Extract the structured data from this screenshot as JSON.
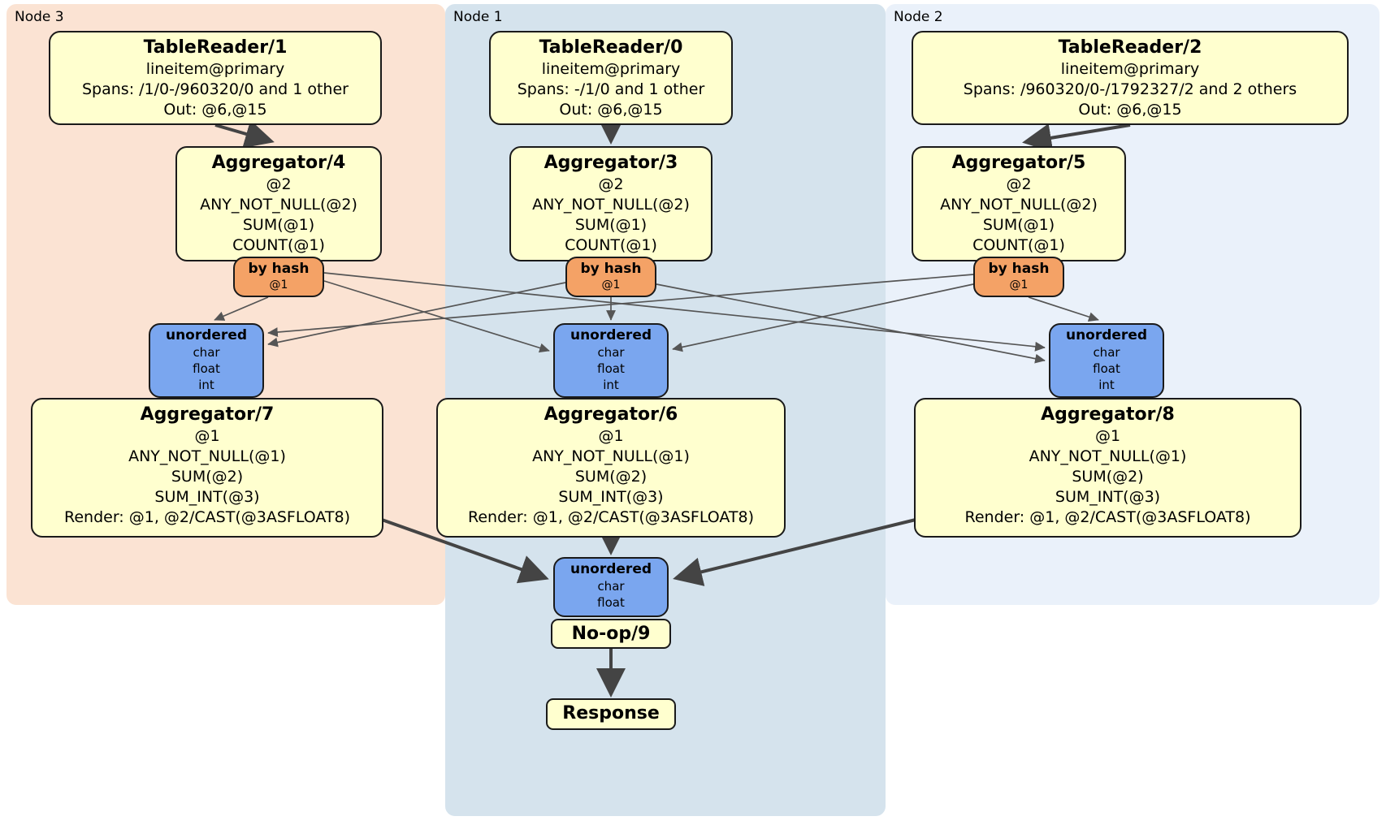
{
  "regions": [
    {
      "id": "node3",
      "label": "Node 3"
    },
    {
      "id": "node1",
      "label": "Node 1"
    },
    {
      "id": "node2",
      "label": "Node 2"
    }
  ],
  "processors": {
    "tr1": {
      "title": "TableReader/1",
      "lines": [
        "lineitem@primary",
        "Spans: /1/0-/960320/0 and 1 other",
        "Out: @6,@15"
      ]
    },
    "tr0": {
      "title": "TableReader/0",
      "lines": [
        "lineitem@primary",
        "Spans: -/1/0 and 1 other",
        "Out: @6,@15"
      ]
    },
    "tr2": {
      "title": "TableReader/2",
      "lines": [
        "lineitem@primary",
        "Spans: /960320/0-/1792327/2 and 2 others",
        "Out: @6,@15"
      ]
    },
    "agg4": {
      "title": "Aggregator/4",
      "lines": [
        "@2",
        "ANY_NOT_NULL(@2)",
        "SUM(@1)",
        "COUNT(@1)"
      ]
    },
    "agg3": {
      "title": "Aggregator/3",
      "lines": [
        "@2",
        "ANY_NOT_NULL(@2)",
        "SUM(@1)",
        "COUNT(@1)"
      ]
    },
    "agg5": {
      "title": "Aggregator/5",
      "lines": [
        "@2",
        "ANY_NOT_NULL(@2)",
        "SUM(@1)",
        "COUNT(@1)"
      ]
    },
    "hash4": {
      "title": "by hash",
      "lines": [
        "@1"
      ]
    },
    "hash3": {
      "title": "by hash",
      "lines": [
        "@1"
      ]
    },
    "hash5": {
      "title": "by hash",
      "lines": [
        "@1"
      ]
    },
    "sync7": {
      "title": "unordered",
      "lines": [
        "char",
        "float",
        "int"
      ]
    },
    "sync6": {
      "title": "unordered",
      "lines": [
        "char",
        "float",
        "int"
      ]
    },
    "sync8": {
      "title": "unordered",
      "lines": [
        "char",
        "float",
        "int"
      ]
    },
    "agg7": {
      "title": "Aggregator/7",
      "lines": [
        "@1",
        "ANY_NOT_NULL(@1)",
        "SUM(@2)",
        "SUM_INT(@3)",
        "Render: @1, @2/CAST(@3ASFLOAT8)"
      ]
    },
    "agg6": {
      "title": "Aggregator/6",
      "lines": [
        "@1",
        "ANY_NOT_NULL(@1)",
        "SUM(@2)",
        "SUM_INT(@3)",
        "Render: @1, @2/CAST(@3ASFLOAT8)"
      ]
    },
    "agg8": {
      "title": "Aggregator/8",
      "lines": [
        "@1",
        "ANY_NOT_NULL(@1)",
        "SUM(@2)",
        "SUM_INT(@3)",
        "Render: @1, @2/CAST(@3ASFLOAT8)"
      ]
    },
    "syncFinal": {
      "title": "unordered",
      "lines": [
        "char",
        "float"
      ]
    },
    "noop": {
      "title": "No-op/9"
    },
    "response": {
      "title": "Response"
    }
  },
  "colors": {
    "processor_fill": "#ffffcf",
    "router_fill": "#f4a266",
    "sync_fill": "#7aa6ef",
    "node3_fill": "#fbe3d3",
    "node1_fill": "#d5e3ed",
    "node2_fill": "#eaf1fa",
    "edge": "#444444"
  }
}
